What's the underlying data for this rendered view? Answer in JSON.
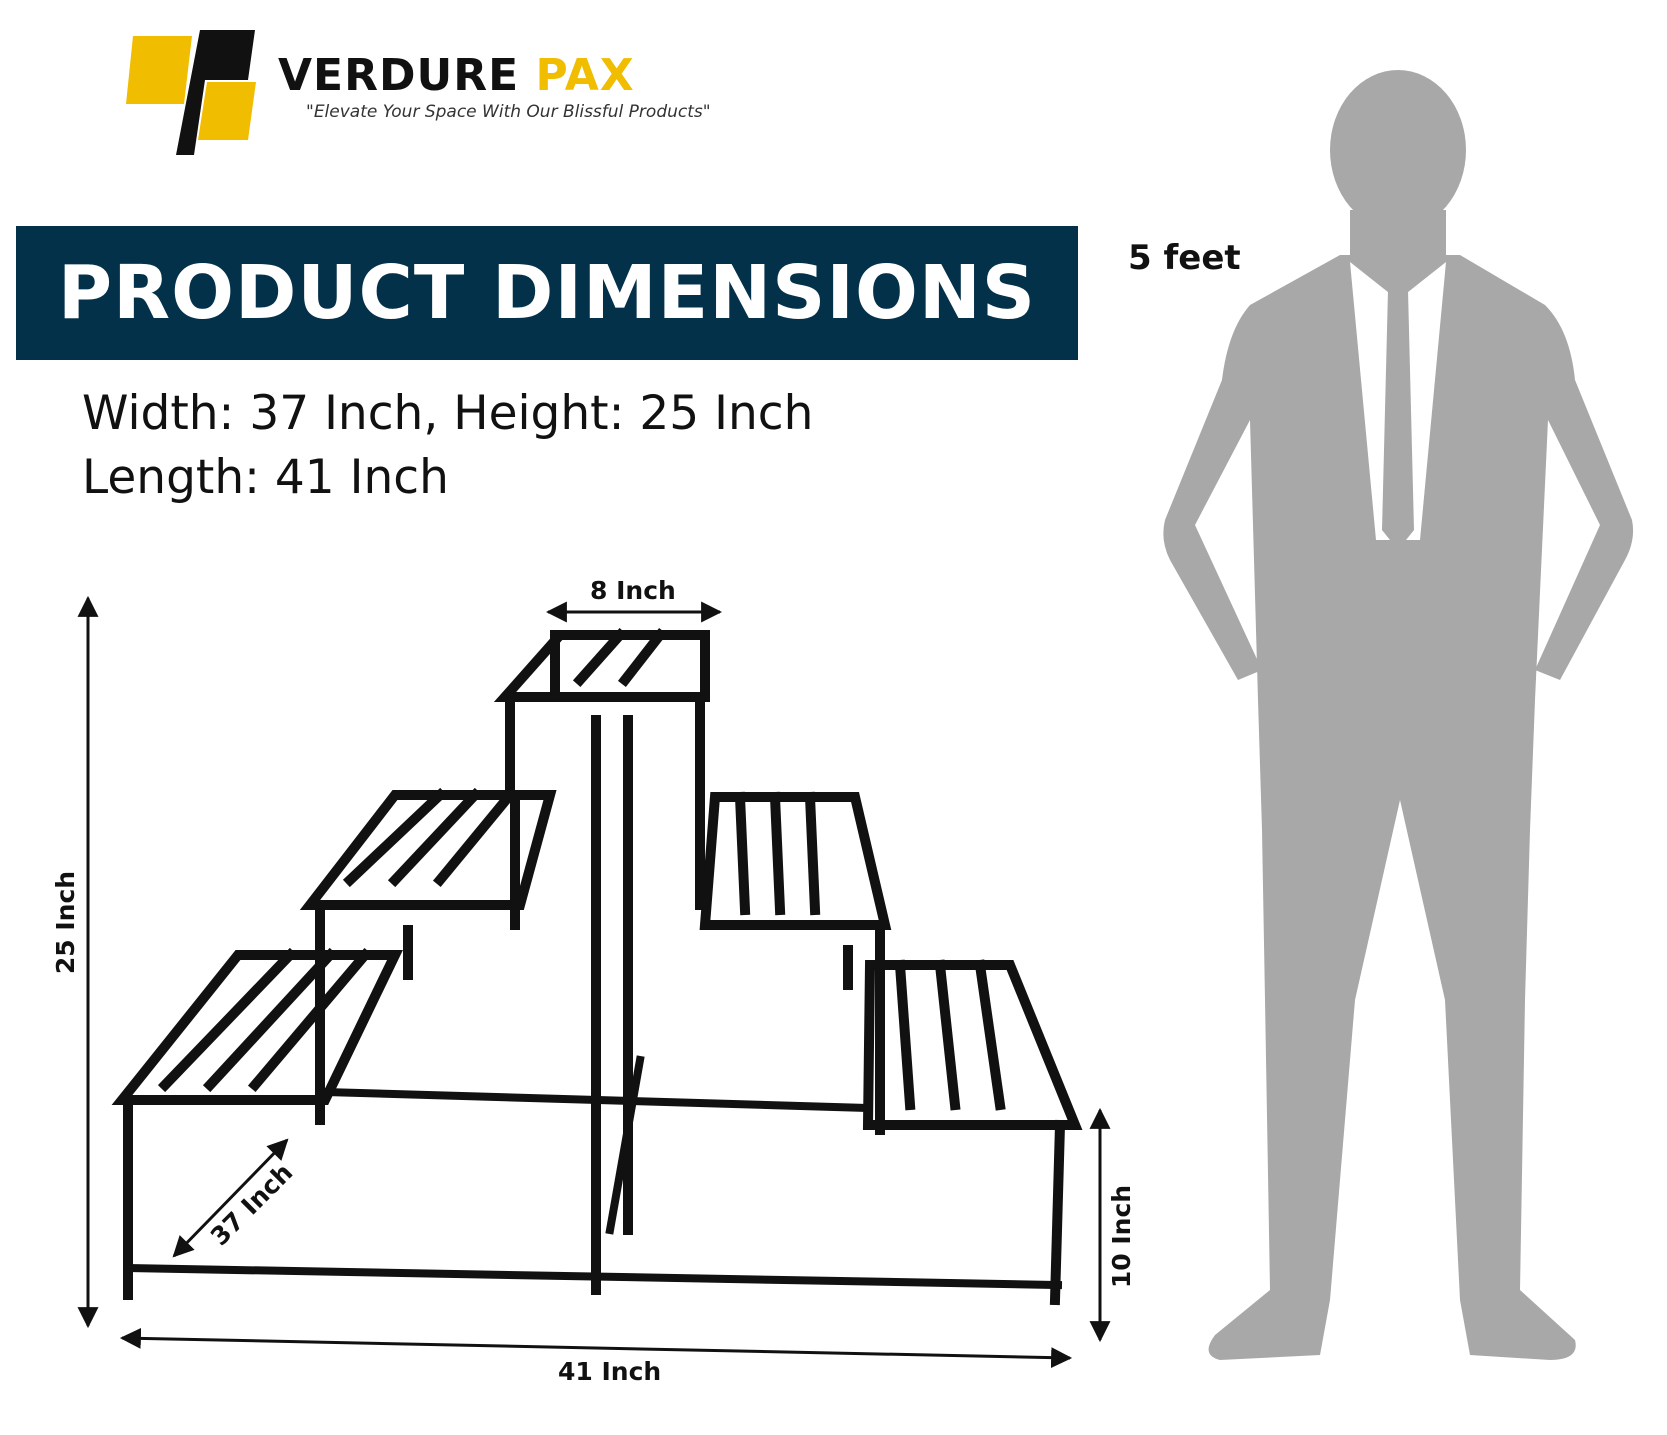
{
  "brand": {
    "name_main": "VERDURE",
    "name_accent": "PAX",
    "tagline": "\"Elevate Your Space With Our Blissful Products\"",
    "accent_color": "#f0bd00"
  },
  "banner": {
    "title": "PRODUCT DIMENSIONS",
    "color": "#04314a"
  },
  "dimensions": {
    "line1": "Width: 37 Inch, Height: 25 Inch",
    "line2": "Length: 41 Inch"
  },
  "person": {
    "height_label": "5 feet"
  },
  "diagram_labels": {
    "top_width": "8 Inch",
    "height": "25 Inch",
    "depth": "37 Inch",
    "leg_height": "10 Inch",
    "length": "41 Inch"
  }
}
